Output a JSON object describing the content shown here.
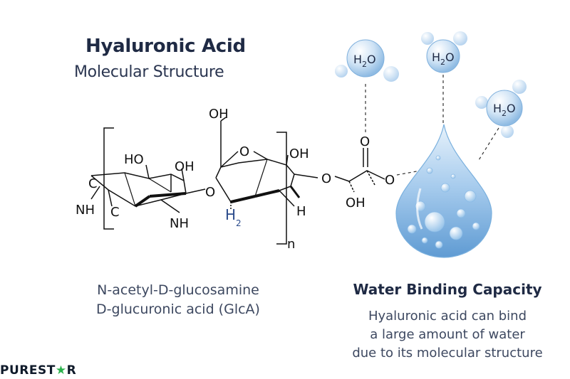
{
  "title": "Hyaluronic Acid",
  "subtitle": "Molecular Structure",
  "structure_labels": {
    "oh_top": "OH",
    "ring_o": "O",
    "ho_left": "HO",
    "oh_mid": "OH",
    "oh_right": "OH",
    "c_label": "C",
    "nh_left": "NH",
    "c_bottom": "C",
    "nh_bottom": "NH",
    "o_bridge": "O",
    "h2_label": "H",
    "h2_sub": "2",
    "h_label": "H",
    "o_glyco": "O",
    "o_carbonyl": "O",
    "o_ester": "O",
    "oh_acid": "OH",
    "n_label": "n"
  },
  "water": {
    "molecules": [
      {
        "formula": "H",
        "sub": "2",
        "tail": "O"
      },
      {
        "formula": "H",
        "sub": "2",
        "tail": "O"
      },
      {
        "formula": "H",
        "sub": "2",
        "tail": "O"
      }
    ]
  },
  "captions": {
    "line1": "N-acetyl-D-glucosamine",
    "line2": "D-glucuronic acid (GlcA)"
  },
  "water_binding": {
    "title": "Water Binding Capacity",
    "line1": "Hyaluronic acid can bind",
    "line2": "a large amount of water",
    "line3": "due to its molecular structure"
  },
  "brand": {
    "part1": "PUREST",
    "star": "★",
    "part2": "R"
  },
  "colors": {
    "text": "#1f2a44",
    "water_blue": "#6fa8dc",
    "bond": "#111111",
    "brand_star": "#2bb24c"
  }
}
